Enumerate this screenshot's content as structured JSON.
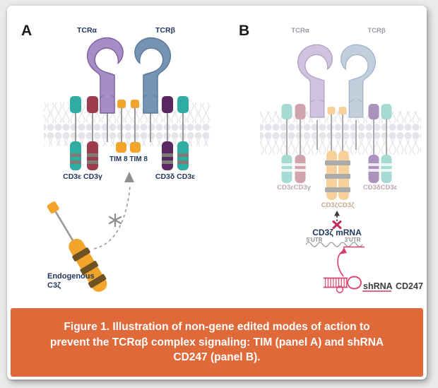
{
  "figure": {
    "caption": {
      "line1": "Figure 1. Illustration of non-gene edited modes of action to",
      "line2": "prevent the TCRαβ complex signaling: TIM (panel A) and shRNA",
      "line3": "CD247 (panel B)."
    },
    "colors": {
      "caption_bg": "#E0693A",
      "caption_text": "#FFFFFF",
      "teal": "#2FACA3",
      "maroon": "#9E3C4F",
      "orange": "#F2A42B",
      "dark_purple": "#5C2760",
      "tcr_alpha_purple": "#A78CC6",
      "tcr_alpha_stroke": "#7C5F9E",
      "tcr_beta_blue": "#7593B3",
      "tcr_beta_stroke": "#59789A",
      "label_navy": "#21375C",
      "pink_accent": "#D64069",
      "crimson_x": "#C22A5C",
      "gray_arrow": "#8E8E8E",
      "faded_teal": "#A6DBD5",
      "faded_pink": "#D0A3AE",
      "faded_purple": "#AA92BC",
      "faded_orange": "#F7D09C",
      "faded_tcr_alpha": "#CFC3DF",
      "faded_tcr_beta": "#C2CEDC",
      "faded_label": "#BCA7B0",
      "faded_zeta_label": "#C3A88E"
    },
    "panel_a": {
      "label": "A",
      "tcr_alpha": "TCRα",
      "tcr_beta": "TCRβ",
      "tim_label": "TIM 8 TIM 8",
      "cd3_left": "CD3ε CD3γ",
      "cd3_right": "CD3δ CD3ε",
      "endogenous_line1": "Endogenous",
      "endogenous_line2": "C3ζ"
    },
    "panel_b": {
      "label": "B",
      "tcr_alpha": "TCRα",
      "tcr_beta": "TCRβ",
      "cd3_left": "CD3εCD3γ",
      "cd3_right": "CD3δCD3ε",
      "cd3_zeta": "CD3ζCD3ζ",
      "mrna_label": "CD3ζ mRNA",
      "utr5": "5'UTR",
      "utr3": "3'UTR",
      "shrna_word": "shRNA",
      "cd247_word": "CD247"
    }
  }
}
